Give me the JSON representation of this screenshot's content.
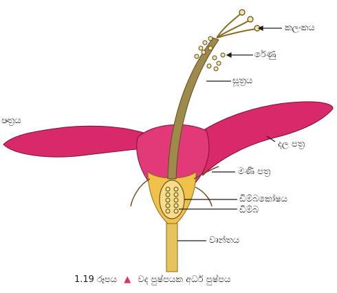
{
  "labels": {
    "stigma": "කලංකය",
    "anther": "රේණු",
    "filament": "සූත්‍රය",
    "petal_left": "පත්‍රය",
    "petal_right": "දල පත්‍ර",
    "sepal": "මණි පත්‍ර",
    "ovary": "ඩිම්බකෝෂය",
    "ovule": "ඩිම්බ",
    "receptacle": "වෘන්තය"
  },
  "caption": {
    "figure": "1.19 රූපය",
    "text": "වද පුෂ්පයක අර්ධ පුෂ්පය"
  },
  "colors": {
    "petal": "#d82a6b",
    "petal_inner": "#c01e5a",
    "column": "#9e8a4a",
    "receptacle": "#e8c25a",
    "outline": "#5a4a20"
  }
}
